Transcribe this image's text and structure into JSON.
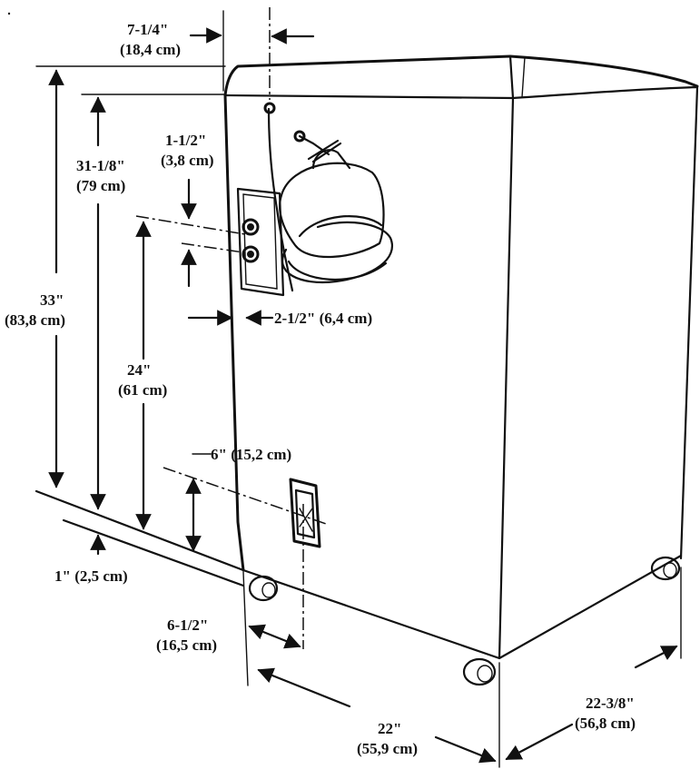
{
  "dimensions": {
    "offset_top": {
      "imperial": "7-1/4\"",
      "metric": "(18,4 cm)"
    },
    "height_total": {
      "imperial": "33\"",
      "metric": "(83,8 cm)"
    },
    "height_top_edge": {
      "imperial": "31-1/8\"",
      "metric": "(79 cm)"
    },
    "connector_spacing": {
      "imperial": "1-1/2\"",
      "metric": "(3,8 cm)"
    },
    "connector_height": {
      "imperial": "24\"",
      "metric": "(61 cm)"
    },
    "connector_offset": {
      "label": "2-1/2\" (6,4 cm)"
    },
    "vent_height": {
      "label": "6\" (15,2 cm)"
    },
    "base_clearance": {
      "label": "1\" (2,5 cm)"
    },
    "vent_offset": {
      "imperial": "6-1/2\"",
      "metric": "(16,5 cm)"
    },
    "width": {
      "imperial": "22\"",
      "metric": "(55,9 cm)"
    },
    "depth": {
      "imperial": "22-3/8\"",
      "metric": "(56,8 cm)"
    }
  },
  "colors": {
    "ink": "#111111",
    "paper": "#ffffff"
  }
}
